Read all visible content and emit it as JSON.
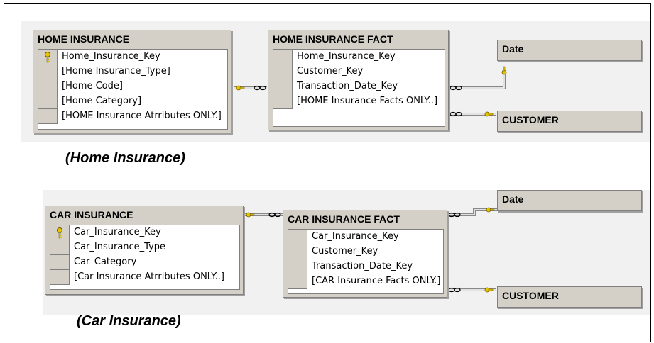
{
  "home": {
    "dim_title": "HOME INSURANCE",
    "dim_fields": [
      "Home_Insurance_Key",
      "[Home Insurance_Type]",
      "[Home Code]",
      "[Home Category]",
      "[HOME  Insurance Atrributes ONLY.]"
    ],
    "fact_title": "HOME INSURANCE FACT",
    "fact_fields": [
      "Home_Insurance_Key",
      "Customer_Key",
      "Transaction_Date_Key",
      "[HOME  Insurance Facts ONLY..]"
    ],
    "date_title": "Date",
    "customer_title": "CUSTOMER",
    "caption": "(Home Insurance)"
  },
  "car": {
    "dim_title": "CAR INSURANCE",
    "dim_fields": [
      "Car_Insurance_Key",
      "Car_Insurance_Type",
      "Car_Category",
      "[Car  Insurance Atrributes ONLY..]"
    ],
    "fact_title": "CAR INSURANCE FACT",
    "fact_fields": [
      "Car_Insurance_Key",
      "Customer_Key",
      "Transaction_Date_Key",
      "[CAR  Insurance Facts ONLY.]"
    ],
    "date_title": "Date",
    "customer_title": "CUSTOMER",
    "caption": "(Car Insurance)"
  },
  "colors": {
    "table_bg": "#d4d0c8",
    "key": "#e8c400"
  },
  "icons": [
    "key-icon",
    "relationship-connector"
  ]
}
